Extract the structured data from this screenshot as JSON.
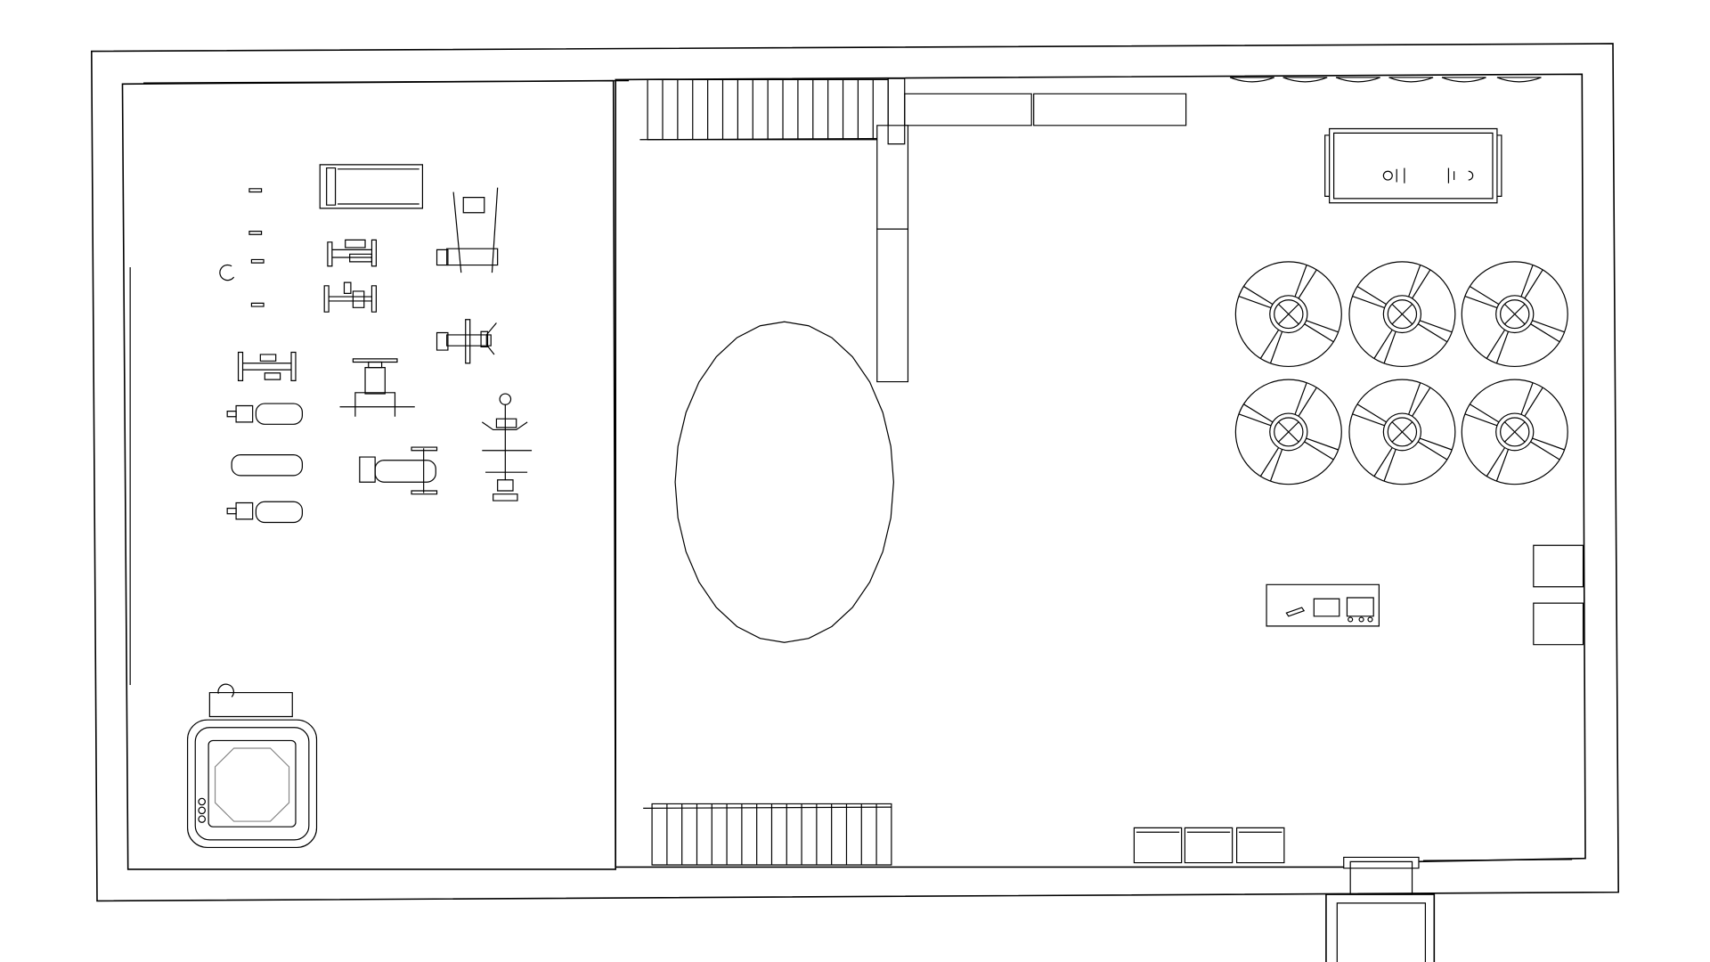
{
  "drawing": {
    "type": "floor-plan",
    "line_color": "#000000",
    "background_color": "#ffffff",
    "round_table_count": 6,
    "stair_flights": 2
  }
}
